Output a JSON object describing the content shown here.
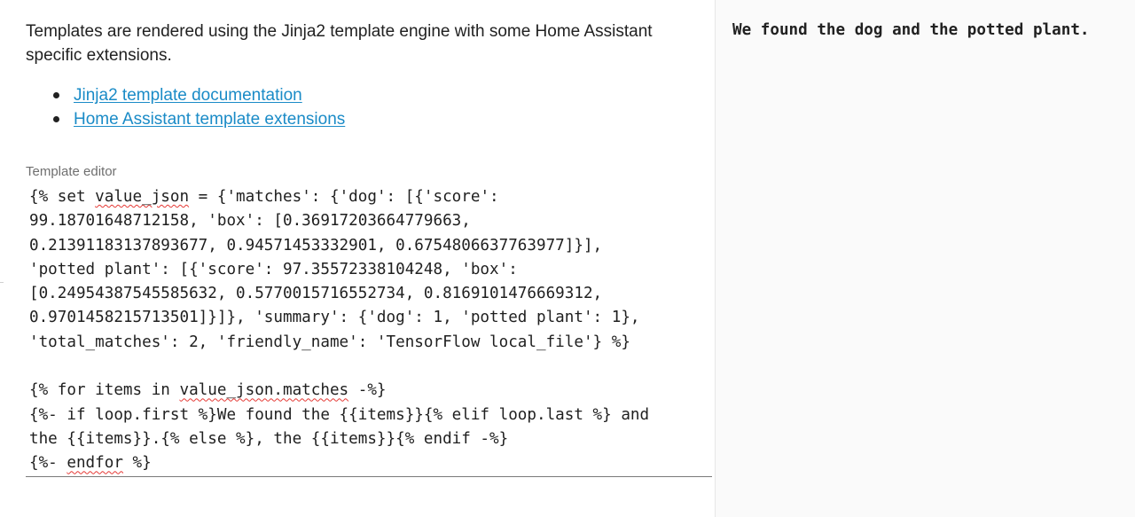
{
  "intro": {
    "text": "Templates are rendered using the Jinja2 template engine with some Home Assistant specific extensions."
  },
  "links": [
    {
      "label": "Jinja2 template documentation"
    },
    {
      "label": "Home Assistant template extensions"
    }
  ],
  "editor": {
    "label": "Template editor",
    "lines": [
      [
        "{% set ",
        {
          "w": "value_json"
        },
        " = {'matches': {'dog': [{'score':"
      ],
      [
        "99.18701648712158, 'box': [0.36917203664779663,"
      ],
      [
        "0.21391183137893677, 0.94571453332901, 0.6754806637763977]}],"
      ],
      [
        "'potted plant': [{'score': 97.35572338104248, 'box':"
      ],
      [
        "[0.24954387545585632, 0.5770015716552734, 0.8169101476669312,"
      ],
      [
        "0.9701458215713501]}]}, 'summary': {'dog': 1, 'potted plant': 1},"
      ],
      [
        "'total_matches': 2, 'friendly_name': 'TensorFlow local_file'} %}"
      ],
      [
        ""
      ],
      [
        "{% for items in ",
        {
          "w": "value_json.matches"
        },
        " -%}"
      ],
      [
        "{%- if loop.first %}We found the {{items}}{% elif loop.last %} and"
      ],
      [
        "the {{items}}.{% else %}, the {{items}}{% endif -%}"
      ],
      [
        "{%- ",
        {
          "w": "endfor"
        },
        " %}"
      ]
    ]
  },
  "result": {
    "text": "We found the dog and the potted plant."
  },
  "colors": {
    "link": "#1a8bc7",
    "spellcheck": "#e53935",
    "label": "#6f6f6f"
  }
}
